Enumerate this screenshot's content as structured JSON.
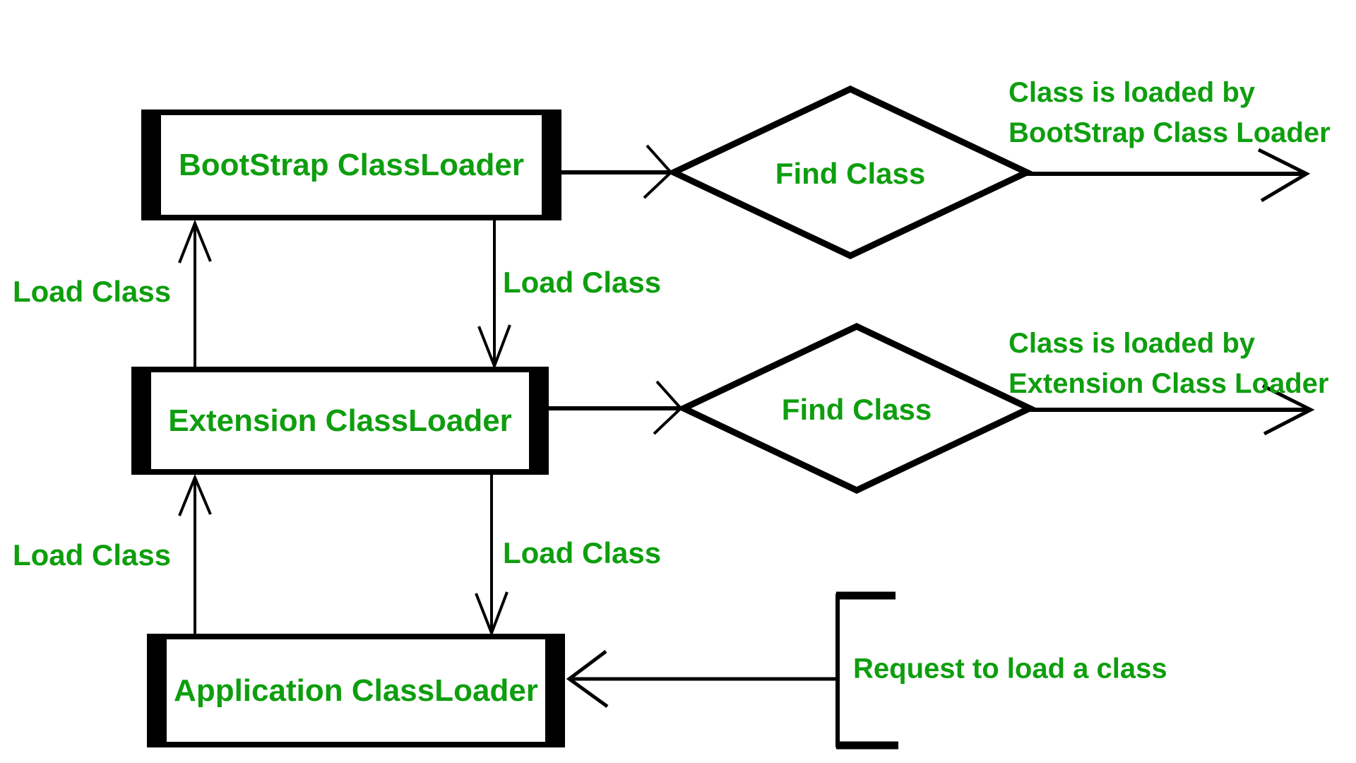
{
  "colors": {
    "text": "#0e9e0e",
    "line": "#000000",
    "background": "#ffffff"
  },
  "boxes": {
    "bootstrap": "BootStrap ClassLoader",
    "extension": "Extension ClassLoader",
    "application": "Application ClassLoader"
  },
  "diamonds": {
    "first": "Find Class",
    "second": "Find Class"
  },
  "edge_labels": {
    "up_1": "Load Class",
    "down_1": "Load Class",
    "up_2": "Load Class",
    "down_2": "Load Class"
  },
  "captions": {
    "bootstrap_result_line1": "Class is loaded by",
    "bootstrap_result_line2": "BootStrap Class Loader",
    "extension_result_line1": "Class is loaded by",
    "extension_result_line2": "Extension Class Loader"
  },
  "request_label": "Request to load a class"
}
